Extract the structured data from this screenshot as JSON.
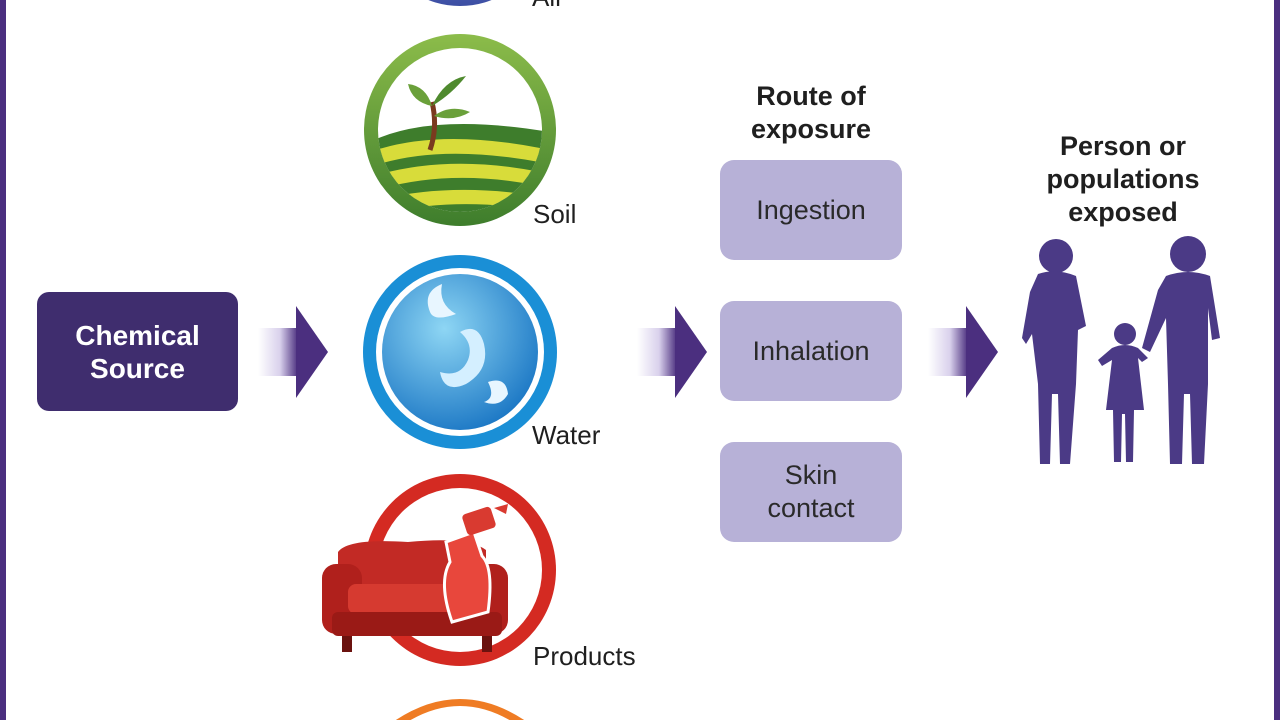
{
  "source": {
    "line1": "Chemical",
    "line2": "Source"
  },
  "media": [
    {
      "label": "Air"
    },
    {
      "label": "Soil"
    },
    {
      "label": "Water"
    },
    {
      "label": "Products"
    }
  ],
  "route": {
    "heading_line1": "Route of",
    "heading_line2": "exposure",
    "items": [
      {
        "line1": "Ingestion",
        "line2": ""
      },
      {
        "line1": "Inhalation",
        "line2": ""
      },
      {
        "line1": "Skin",
        "line2": "contact"
      }
    ]
  },
  "people": {
    "line1": "Person or",
    "line2": "populations",
    "line3": "exposed"
  },
  "colors": {
    "frame": "#4b2f7f",
    "source_box": "#3f2d6e",
    "route_box": "#b7b1d7",
    "arrow": "#4b2f7f",
    "people": "#4b3a86"
  }
}
